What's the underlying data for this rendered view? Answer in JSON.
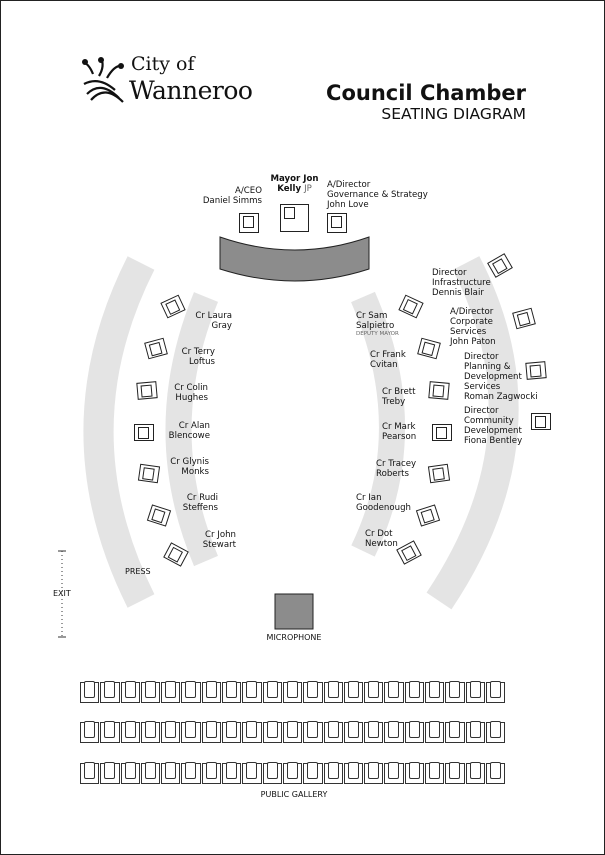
{
  "logo": {
    "line1": "City of",
    "line2": "Wanneroo"
  },
  "header": {
    "title": "Council Chamber",
    "subtitle": "SEATING DIAGRAM"
  },
  "top": {
    "ceo": {
      "role": "A/CEO",
      "name": "Daniel Simms"
    },
    "mayor": {
      "line1": "Mayor Jon",
      "name": "Kelly",
      "suffix": "JP"
    },
    "director_gov": {
      "role": "A/Director",
      "dept": "Governance & Strategy",
      "name": "John Love"
    }
  },
  "left_councillors": [
    {
      "l1": "Cr Laura",
      "l2": "Gray"
    },
    {
      "l1": "Cr Terry",
      "l2": "Loftus"
    },
    {
      "l1": "Cr Colin",
      "l2": "Hughes"
    },
    {
      "l1": "Cr Alan",
      "l2": "Blencowe"
    },
    {
      "l1": "Cr Glynis",
      "l2": "Monks"
    },
    {
      "l1": "Cr Rudi",
      "l2": "Steffens"
    },
    {
      "l1": "Cr John",
      "l2": "Stewart"
    }
  ],
  "right_councillors": [
    {
      "l1": "Cr Sam",
      "l2": "Salpietro",
      "note": "DEPUTY MAYOR"
    },
    {
      "l1": "Cr Frank",
      "l2": "Cvitan"
    },
    {
      "l1": "Cr Brett",
      "l2": "Treby"
    },
    {
      "l1": "Cr Mark",
      "l2": "Pearson"
    },
    {
      "l1": "Cr Tracey",
      "l2": "Roberts"
    },
    {
      "l1": "Cr Ian",
      "l2": "Goodenough"
    },
    {
      "l1": "Cr Dot",
      "l2": "Newton"
    }
  ],
  "directors": [
    {
      "lines": [
        "Director",
        "Infrastructure",
        "Dennis Blair"
      ]
    },
    {
      "lines": [
        "A/Director",
        "Corporate",
        "Services",
        "John Paton"
      ]
    },
    {
      "lines": [
        "Director",
        "Planning &",
        "Development",
        "Services",
        "Roman Zagwocki"
      ]
    },
    {
      "lines": [
        "Director",
        "Community",
        "Development",
        "Fiona Bentley"
      ]
    }
  ],
  "labels": {
    "press": "PRESS",
    "exit": "EXIT",
    "microphone": "MICROPHONE",
    "public_gallery": "PUBLIC GALLERY"
  },
  "gallery": {
    "rows": 3,
    "seats_per_row": 21
  },
  "colors": {
    "band": "#e4e4e4",
    "desk": "#8c8c8c"
  }
}
